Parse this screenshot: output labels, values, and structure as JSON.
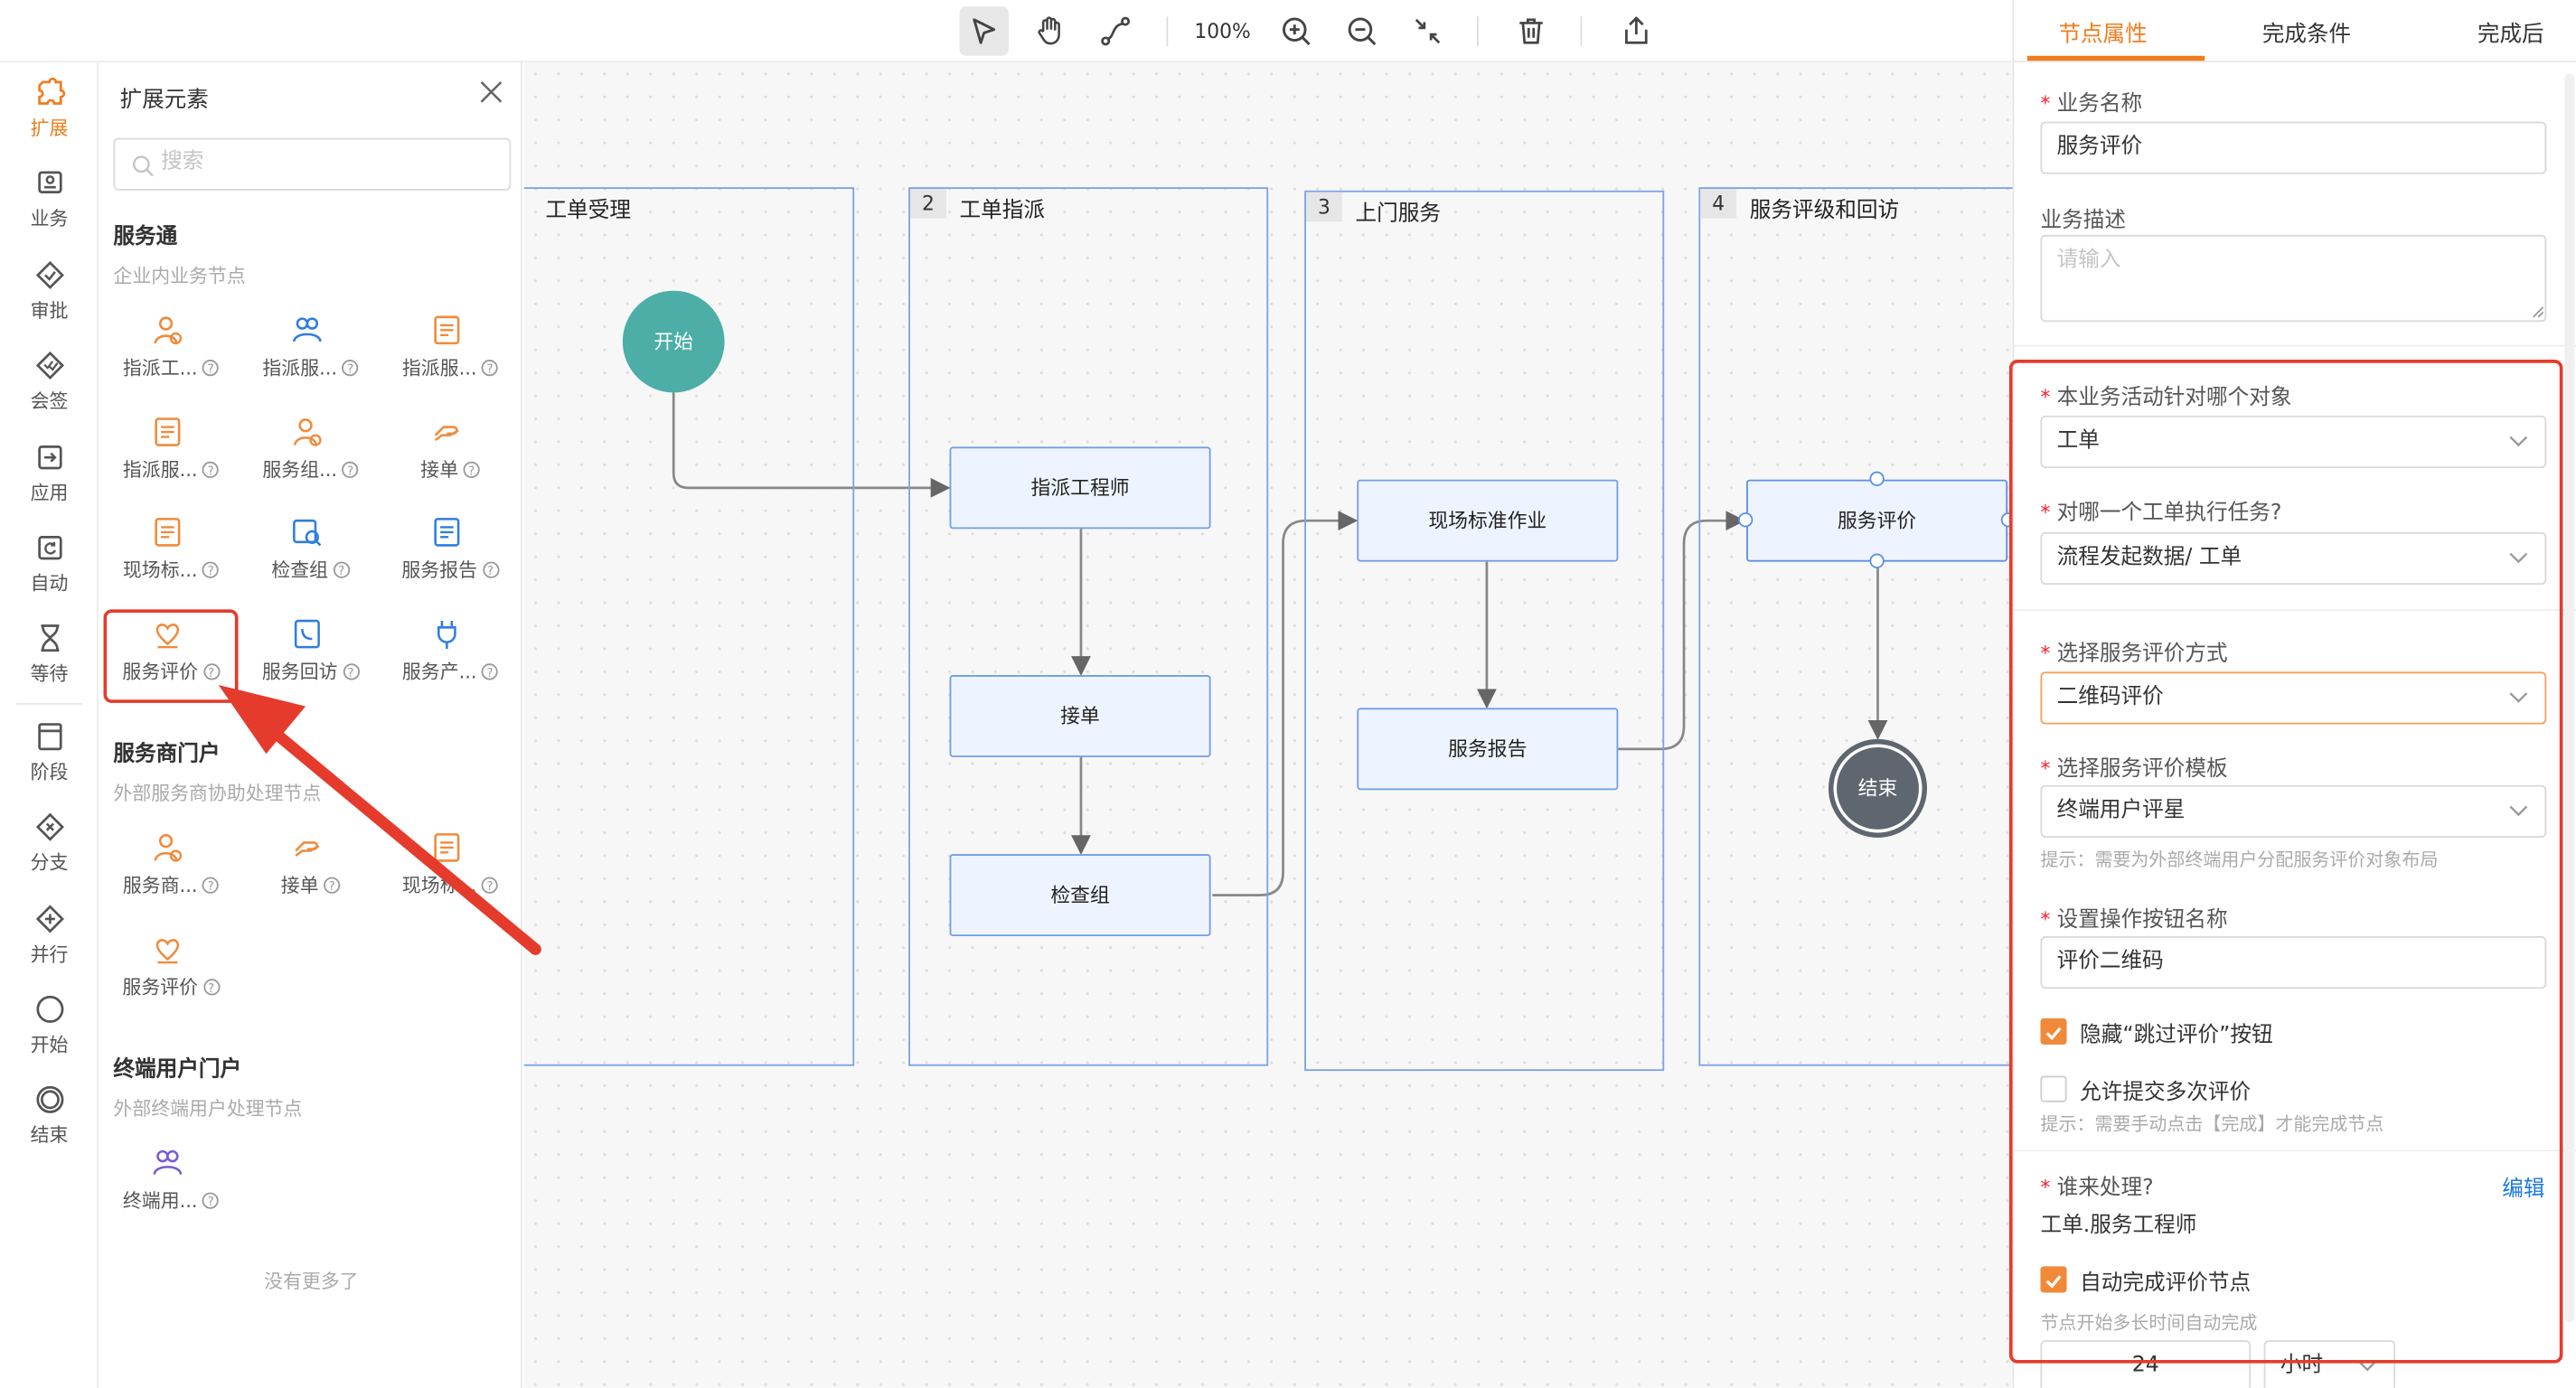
{
  "toolbar": {
    "zoom": "100%",
    "tools": [
      "select-tool",
      "hand-tool",
      "connect-tool",
      "zoom-in",
      "zoom-out",
      "fit-view",
      "delete",
      "export"
    ]
  },
  "rail": {
    "items": [
      {
        "label": "扩展",
        "icon": "puzzle-icon",
        "active": true
      },
      {
        "label": "业务",
        "icon": "business-icon"
      },
      {
        "label": "审批",
        "icon": "approve-icon"
      },
      {
        "label": "会签",
        "icon": "countersign-icon"
      },
      {
        "label": "应用",
        "icon": "app-icon"
      },
      {
        "label": "自动",
        "icon": "auto-icon"
      },
      {
        "label": "等待",
        "icon": "hourglass-icon"
      },
      {
        "label": "阶段",
        "icon": "stage-icon"
      },
      {
        "label": "分支",
        "icon": "branch-icon"
      },
      {
        "label": "并行",
        "icon": "parallel-icon"
      },
      {
        "label": "开始",
        "icon": "start-icon"
      },
      {
        "label": "结束",
        "icon": "end-icon"
      }
    ]
  },
  "panel": {
    "title": "扩展元素",
    "search_placeholder": "搜索",
    "groups": [
      {
        "title": "服务通",
        "subtitle": "企业内业务节点",
        "items": [
          "指派工...",
          "指派服...",
          "指派服...",
          "指派服...",
          "服务组...",
          "接单",
          "现场标...",
          "检查组",
          "服务报告",
          "服务评价",
          "服务回访",
          "服务产..."
        ]
      },
      {
        "title": "服务商门户",
        "subtitle": "外部服务商协助处理节点",
        "items": [
          "服务商...",
          "接单",
          "现场标...",
          "服务评价"
        ]
      },
      {
        "title": "终端用户门户",
        "subtitle": "外部终端用户处理节点",
        "items": [
          "终端用..."
        ]
      }
    ],
    "no_more": "没有更多了"
  },
  "canvas": {
    "lanes": [
      {
        "num": "",
        "title": "工单受理"
      },
      {
        "num": "2",
        "title": "工单指派"
      },
      {
        "num": "3",
        "title": "上门服务"
      },
      {
        "num": "4",
        "title": "服务评级和回访"
      }
    ],
    "nodes": {
      "start": "开始",
      "assign": "指派工程师",
      "accept": "接单",
      "inspect": "检查组",
      "onsite": "现场标准作业",
      "report": "服务报告",
      "evaluate": "服务评价",
      "end": "结束"
    }
  },
  "right_panel": {
    "tabs": [
      "节点属性",
      "完成条件",
      "完成后"
    ],
    "biz_name_label": "业务名称",
    "biz_name_value": "服务评价",
    "biz_desc_label": "业务描述",
    "biz_desc_placeholder": "请输入",
    "target_label": "本业务活动针对哪个对象",
    "target_value": "工单",
    "task_label": "对哪一个工单执行任务?",
    "task_value": "流程发起数据/ 工单",
    "method_label": "选择服务评价方式",
    "method_value": "二维码评价",
    "template_label": "选择服务评价模板",
    "template_value": "终端用户评星",
    "template_hint": "提示：需要为外部终端用户分配服务评价对象布局",
    "button_label": "设置操作按钮名称",
    "button_value": "评价二维码",
    "hide_skip_label": "隐藏“跳过评价”按钮",
    "hide_skip_checked": true,
    "multi_submit_label": "允许提交多次评价",
    "multi_submit_checked": false,
    "multi_hint": "提示：需要手动点击【完成】才能完成节点",
    "handler_label": "谁来处理?",
    "handler_edit": "编辑",
    "handler_value": "工单.服务工程师",
    "auto_complete_label": "自动完成评价节点",
    "auto_complete_checked": true,
    "auto_hint": "节点开始多长时间自动完成",
    "duration_value": "24",
    "duration_unit": "小时"
  },
  "colors": {
    "accent": "#f07c1e",
    "lane_border": "#7aa3e6",
    "node_fill": "#eef4ff",
    "start_fill": "#4caea6",
    "end_fill": "#5f6670",
    "annotation": "#e53b2c"
  }
}
